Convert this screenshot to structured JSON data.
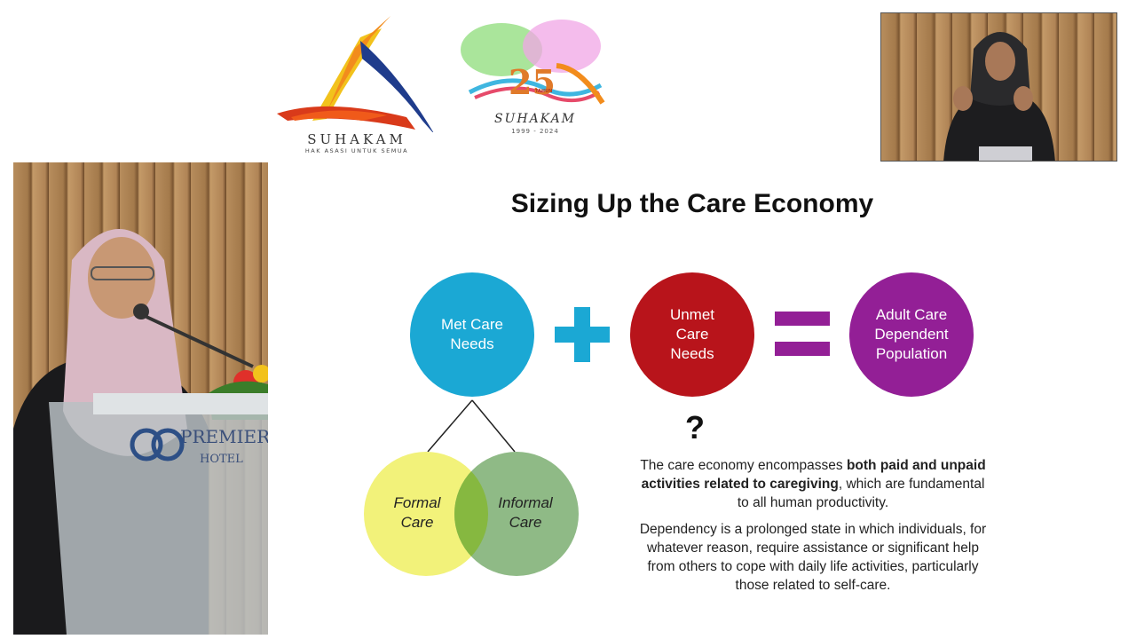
{
  "logos": {
    "main": {
      "wordmark": "SUHAKAM",
      "tagline": "HAK ASASI UNTUK SEMUA"
    },
    "anniversary": {
      "number": "25",
      "small_text": "TAHUN",
      "name": "SUHAKAM",
      "years": "1999 - 2024"
    }
  },
  "slide": {
    "title": "Sizing Up the Care Economy",
    "equation": {
      "term1": "Met Care Needs",
      "term1_lines": [
        "Met Care",
        "Needs"
      ],
      "operator1": "plus-icon",
      "term2_lines": [
        "Unmet",
        "Care",
        "Needs"
      ],
      "operator2": "equals-icon",
      "result_lines": [
        "Adult Care",
        "Dependent",
        "Population"
      ]
    },
    "question_mark": "?",
    "venn": {
      "left": "Formal Care",
      "left_lines": [
        "Formal",
        "Care"
      ],
      "right_lines": [
        "Informal",
        "Care"
      ]
    },
    "paragraph1": {
      "before": "The care economy encompasses ",
      "bold": "both paid and unpaid activities related to caregiving",
      "after": ", which are fundamental to all human productivity."
    },
    "paragraph2": "Dependency is a prolonged state in which individuals, for whatever reason, require assistance or significant help from others to cope with daily life activities, particularly those related to self-care."
  },
  "colors": {
    "met": "#1ba8d4",
    "unmet": "#b8141b",
    "adult": "#931f96",
    "formal": "#f2f27a",
    "informal": "#8fba86",
    "overlap": "#86b840"
  }
}
